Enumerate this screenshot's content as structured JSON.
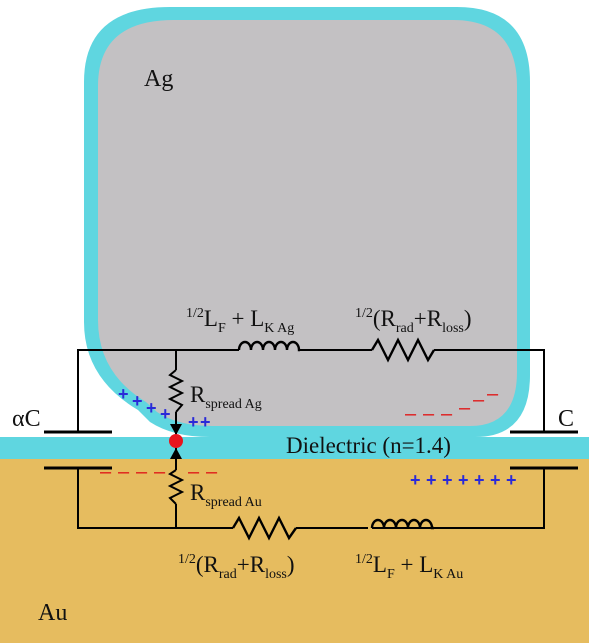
{
  "materials": {
    "top": "Ag",
    "bottom": "Au",
    "dielectric": "Dielectric (n=1.4)"
  },
  "components": {
    "top_inductor": {
      "frac": "1/2",
      "main": "L",
      "main_sub": "F",
      "plus": " + ",
      "second": "L",
      "second_sub": "K Ag"
    },
    "top_resistor": {
      "frac": "1/2",
      "open": "(R",
      "sub1": "rad",
      "mid": "+R",
      "sub2": "loss",
      "close": ")"
    },
    "bottom_resistor": {
      "frac": "1/2",
      "open": "(R",
      "sub1": "rad",
      "mid": "+R",
      "sub2": "loss",
      "close": ")"
    },
    "bottom_inductor": {
      "frac": "1/2",
      "main": "L",
      "main_sub": "F",
      "plus": " + ",
      "second": "L",
      "second_sub": "K Au"
    },
    "spread_ag": {
      "main": "R",
      "sub": "spread Ag"
    },
    "spread_au": {
      "main": "R",
      "sub": "spread Au"
    },
    "left_capacitor": "αC",
    "right_capacitor": "C"
  },
  "charges": {
    "plus_symbol": "+",
    "minus_symbol": "–",
    "plus_color": "#2a2ad8",
    "minus_color": "#e01818"
  },
  "colors": {
    "silver": "#c3c1c3",
    "dielectric": "#5fd6e0",
    "gold": "#e6bc5f",
    "wire": "#000000",
    "contact_point": "#e8141e"
  }
}
